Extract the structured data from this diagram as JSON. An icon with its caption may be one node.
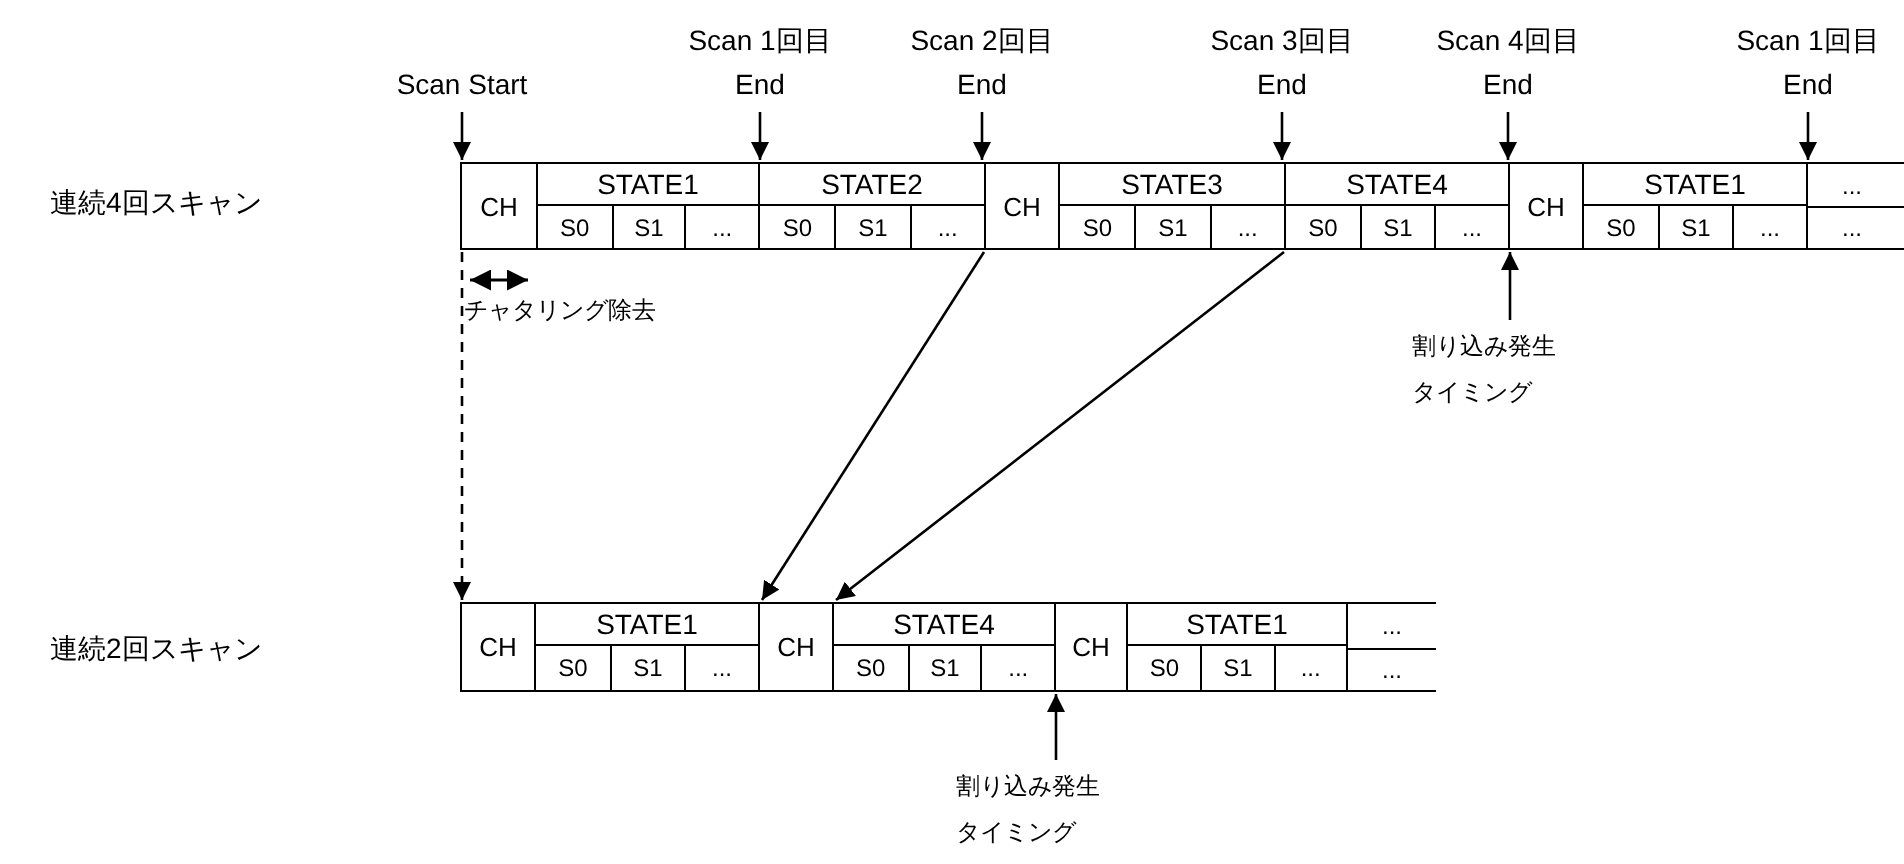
{
  "diagram": {
    "nodes": [
      {
        "text": [
          "Scan Start"
        ]
      },
      {
        "text": [
          "Scan 1回目 End"
        ]
      },
      {
        "text": [
          "Scan 2回目 End"
        ]
      },
      {
        "text": [
          "Scan 3回目 End"
        ]
      },
      {
        "text": [
          "Scan 4回目 End"
        ]
      },
      {
        "text": [
          "Scan 1回目 End"
        ]
      },
      {
        "text": [
          "CH"
        ]
      },
      {
        "text": [
          "STATE1"
        ]
      },
      {
        "text": [
          "S0"
        ],
        "in": 7
      },
      {
        "text": [
          "S1"
        ],
        "in": 7
      },
      {
        "text": [
          "..."
        ],
        "in": 7
      },
      {
        "text": [
          "STATE2"
        ]
      },
      {
        "text": [
          "S0"
        ],
        "in": 11
      },
      {
        "text": [
          "S1"
        ],
        "in": 11
      },
      {
        "text": [
          "..."
        ],
        "in": 11
      },
      {
        "text": [
          "CH"
        ]
      },
      {
        "text": [
          "STATE3"
        ]
      },
      {
        "text": [
          "S0"
        ],
        "in": 16
      },
      {
        "text": [
          "S1"
        ],
        "in": 16
      },
      {
        "text": [
          "..."
        ],
        "in": 16
      },
      {
        "text": [
          "STATE4"
        ]
      },
      {
        "text": [
          "S0"
        ],
        "in": 20
      },
      {
        "text": [
          "S1"
        ],
        "in": 20
      },
      {
        "text": [
          "..."
        ],
        "in": 20
      },
      {
        "text": [
          "CH"
        ]
      },
      {
        "text": [
          "STATE1"
        ]
      },
      {
        "text": [
          "S0"
        ],
        "in": 25
      },
      {
        "text": [
          "S1"
        ],
        "in": 25
      },
      {
        "text": [
          "..."
        ],
        "in": 25
      },
      {
        "text": [
          "...",
          "..."
        ]
      },
      {
        "text": [
          "割り込み発生タイミング"
        ]
      },
      {
        "text": [
          "CH"
        ]
      },
      {
        "text": [
          "STATE1"
        ]
      },
      {
        "text": [
          "S0"
        ],
        "in": 32
      },
      {
        "text": [
          "S1"
        ],
        "in": 32
      },
      {
        "text": [
          "..."
        ],
        "in": 32
      },
      {
        "text": [
          "CH"
        ]
      },
      {
        "text": [
          "STATE4"
        ]
      },
      {
        "text": [
          "S0"
        ],
        "in": 37
      },
      {
        "text": [
          "S1"
        ],
        "in": 37
      },
      {
        "text": [
          "..."
        ],
        "in": 37
      },
      {
        "text": [
          "CH"
        ]
      },
      {
        "text": [
          "STATE1"
        ]
      },
      {
        "text": [
          "S0"
        ],
        "in": 42
      },
      {
        "text": [
          "S1"
        ],
        "in": 42
      },
      {
        "text": [
          "..."
        ],
        "in": 42
      },
      {
        "text": [
          "...",
          "..."
        ]
      },
      {
        "text": [
          "割り込み発生タイミング"
        ]
      }
    ],
    "edges": [
      {
        "from": 0,
        "to": 6,
        "arrow": "to"
      },
      {
        "from": 1,
        "to": 11,
        "arrow": "to"
      },
      {
        "from": 2,
        "to": 15,
        "arrow": "to"
      },
      {
        "from": 3,
        "to": 20,
        "arrow": "to"
      },
      {
        "from": 4,
        "to": 24,
        "arrow": "to"
      },
      {
        "from": 5,
        "to": 29,
        "arrow": "to"
      },
      {
        "from": 30,
        "to": 24,
        "arrow": "to"
      },
      {
        "from": 6,
        "to": 31,
        "arrow": "to",
        "style": "dashed"
      },
      {
        "from": 15,
        "to": 36,
        "arrow": "to"
      },
      {
        "from": 20,
        "to": 37,
        "arrow": "to"
      },
      {
        "from": 47,
        "to": 41,
        "arrow": "to"
      }
    ],
    "labels": [
      "連続4回スキャン",
      "チャタリング除去",
      "連続2回スキャン"
    ]
  }
}
